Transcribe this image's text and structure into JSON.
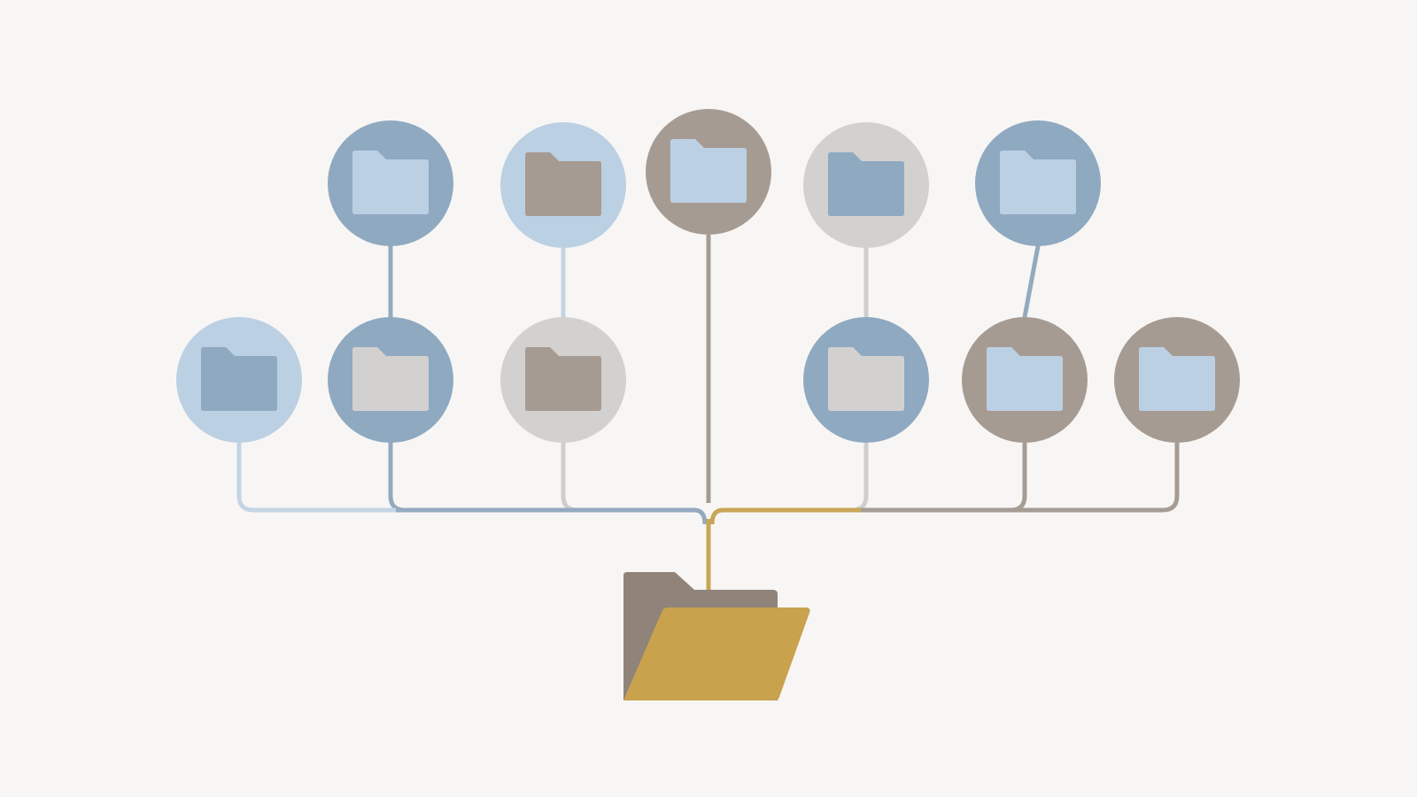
{
  "palette": {
    "background": "#f8f6f4",
    "steel_blue": "#8fa9c1",
    "light_blue": "#bcd0e4",
    "taupe": "#a69b92",
    "light_gray": "#d3d1cf",
    "gold": "#c9a24e",
    "dark_taupe": "#8f837a",
    "line_light_blue": "#c4d4e4",
    "line_steel": "#93aabf",
    "line_gray": "#d0cecc",
    "line_taupe": "#a59c94",
    "line_gold": "#c9a656"
  },
  "root_folder": {
    "icon": "open-folder-icon",
    "back_color": "dark_taupe",
    "front_color": "gold"
  },
  "nodes": [
    {
      "id": "n1",
      "row": "upper",
      "circle": "steel_blue",
      "folder": "light_blue",
      "stem": "line_steel"
    },
    {
      "id": "n2",
      "row": "upper",
      "circle": "light_blue",
      "folder": "taupe",
      "stem": "line_light_blue"
    },
    {
      "id": "n3",
      "row": "upper",
      "circle": "taupe",
      "folder": "light_blue",
      "stem": "line_taupe"
    },
    {
      "id": "n4",
      "row": "upper",
      "circle": "light_gray",
      "folder": "steel_blue",
      "stem": "line_gray"
    },
    {
      "id": "n5",
      "row": "upper",
      "circle": "steel_blue",
      "folder": "light_blue",
      "stem": "line_steel"
    },
    {
      "id": "n6",
      "row": "lower",
      "circle": "light_blue",
      "folder": "steel_blue",
      "stem": "line_light_blue"
    },
    {
      "id": "n7",
      "row": "lower",
      "circle": "steel_blue",
      "folder": "light_gray",
      "stem": "line_steel"
    },
    {
      "id": "n8",
      "row": "lower",
      "circle": "light_gray",
      "folder": "taupe",
      "stem": "line_gray"
    },
    {
      "id": "n9",
      "row": "lower",
      "circle": "steel_blue",
      "folder": "light_gray",
      "stem": "line_gray"
    },
    {
      "id": "n10",
      "row": "lower",
      "circle": "taupe",
      "folder": "light_blue",
      "stem": "line_taupe"
    },
    {
      "id": "n11",
      "row": "lower",
      "circle": "taupe",
      "folder": "light_blue",
      "stem": "line_taupe"
    }
  ]
}
